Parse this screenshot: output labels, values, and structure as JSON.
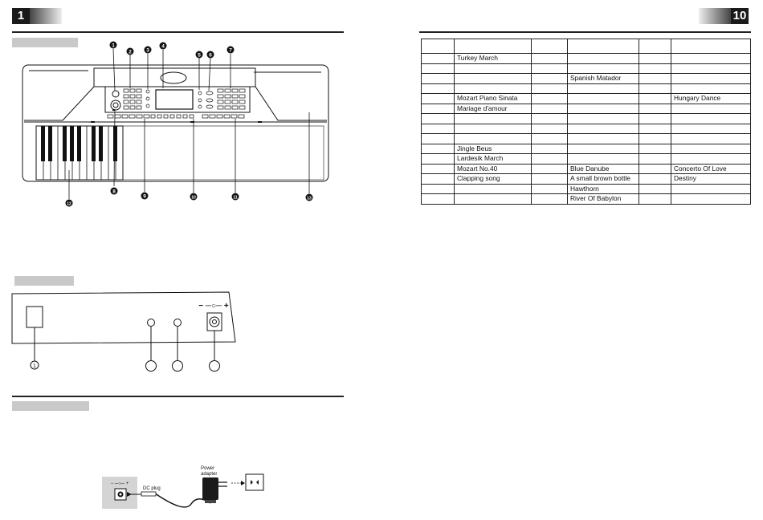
{
  "pages": {
    "left_number": "1",
    "right_number": "10"
  },
  "callouts": [
    "1",
    "2",
    "3",
    "4",
    "5",
    "6",
    "7",
    "8",
    "9",
    "10",
    "11",
    "12",
    "13"
  ],
  "rear_panel": {
    "dc_polarity": "− ─○─ +"
  },
  "connection": {
    "dc_plug_label": "DC plug",
    "adapter_label_line1": "Power",
    "adapter_label_line2": "adapter"
  },
  "song_table": {
    "rows": [
      [
        "",
        "",
        "",
        "",
        "",
        ""
      ],
      [
        "",
        "Turkey March",
        "",
        "",
        "",
        ""
      ],
      [
        "",
        "",
        "",
        "",
        "",
        ""
      ],
      [
        "",
        "",
        "",
        "Spanish Matador",
        "",
        ""
      ],
      [
        "",
        "",
        "",
        "",
        "",
        ""
      ],
      [
        "",
        "Mozart Piano Sinata",
        "",
        "",
        "",
        "Hungary Dance"
      ],
      [
        "",
        "Mariage d'amour",
        "",
        "",
        "",
        ""
      ],
      [
        "",
        "",
        "",
        "",
        "",
        ""
      ],
      [
        "",
        "",
        "",
        "",
        "",
        ""
      ],
      [
        "",
        "",
        "",
        "",
        "",
        ""
      ],
      [
        "",
        "Jingle Beus",
        "",
        "",
        "",
        ""
      ],
      [
        "",
        "Lardesik March",
        "",
        "",
        "",
        ""
      ],
      [
        "",
        "Mozart No.40",
        "",
        "Blue Danube",
        "",
        "Concerto Of Love"
      ],
      [
        "",
        "Clapping song",
        "",
        "A small brown bottle",
        "",
        "Destiny"
      ],
      [
        "",
        "",
        "",
        "Hawthorn",
        "",
        ""
      ],
      [
        "",
        "",
        "",
        "River Of Babylon",
        "",
        ""
      ]
    ]
  }
}
